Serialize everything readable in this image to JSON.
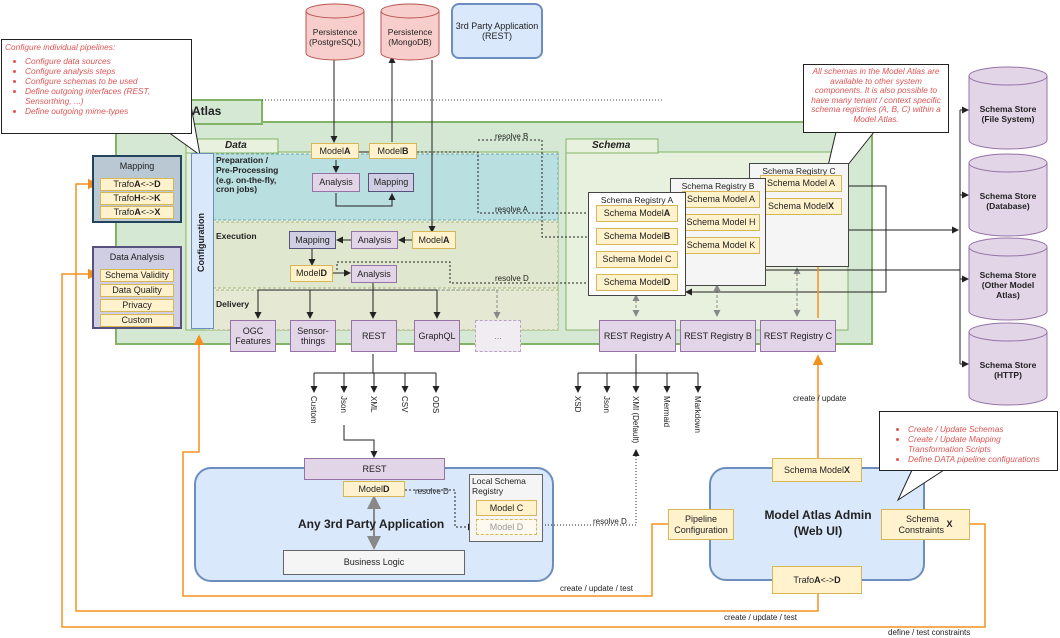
{
  "persistence": [
    {
      "label": "Persistence\n(PostgreSQL)"
    },
    {
      "label": "Persistence\n(MongoDB)"
    }
  ],
  "third_party_app_top": "3rd Party Application\n(REST)",
  "atlas_title": "Atlas",
  "data_section_title": "Data",
  "schema_section_title": "Schema",
  "config_note": {
    "title": "Configure individual pipelines:",
    "items": [
      "Configure data sources",
      "Configure analysis steps",
      "Configure schemas to be used",
      "Define outgoing interfaces (REST, Sensorthing, ...)",
      "Define outgoing mime-types"
    ]
  },
  "mapping_panel": {
    "title": "Mapping",
    "items": [
      {
        "a": "Trafo ",
        "b": "A",
        "c": " <-> ",
        "d": "D"
      },
      {
        "a": "Trafo ",
        "b": "H",
        "c": " <-> ",
        "d": "K"
      },
      {
        "a": "Trafo ",
        "b": "A",
        "c": " <-> ",
        "d": "X"
      }
    ]
  },
  "analysis_panel": {
    "title": "Data Analysis",
    "items": [
      "Schema Validity",
      "Data Quality",
      "Privacy",
      "Custom"
    ]
  },
  "configuration_label": "Configuration",
  "prep_label": "Preparation /\nPre-Processing\n(e.g. on-the-fly,\ncron jobs)",
  "execution_label": "Execution",
  "delivery_label": "Delivery",
  "prep_nodes": {
    "model_a": {
      "t": "Model ",
      "b": "A"
    },
    "model_b": {
      "t": "Model ",
      "b": "B"
    },
    "analysis": "Analysis",
    "mapping": "Mapping"
  },
  "exec_nodes": {
    "mapping": "Mapping",
    "analysis1": "Analysis",
    "model_a": {
      "t": "Model ",
      "b": "A"
    },
    "model_d": {
      "t": "Model ",
      "b": "D"
    },
    "analysis2": "Analysis"
  },
  "delivery_items": [
    "OGC\nFeatures",
    "Sensor-\nthings",
    "REST",
    "GraphQL",
    "..."
  ],
  "data_outputs": [
    "Custom",
    "Json",
    "XML",
    "CSV",
    "ODS"
  ],
  "resolve_labels": {
    "a": "resolve A",
    "b": "resolve B",
    "d": "resolve D",
    "d2": "resolve D",
    "d3": "resolve D"
  },
  "schema_note": "All schemas in the Model Atlas are available to other system components. It is also possible to have many tenant / context specific schema registries (A, B, C) within a Model Atlas.",
  "registry_a": {
    "title": "Schema Registry A",
    "items": [
      {
        "t": "Schema Model ",
        "b": "A"
      },
      {
        "t": "Schema Model ",
        "b": "B"
      },
      {
        "t": "Schema Model C",
        "b": ""
      },
      {
        "t": "Schema Model ",
        "b": "D"
      }
    ]
  },
  "registry_b": {
    "title": "Schema Registry B",
    "items": [
      {
        "t": "Schema Model A",
        "b": ""
      },
      {
        "t": "Schema Model H",
        "b": ""
      },
      {
        "t": "Schema Model K",
        "b": ""
      }
    ]
  },
  "registry_c": {
    "title": "Schema Registry C",
    "items": [
      {
        "t": "Schema Model A",
        "b": ""
      },
      {
        "t": "Schema Model ",
        "b": "X"
      }
    ]
  },
  "rest_registries": [
    "REST Registry A",
    "REST Registry B",
    "REST Registry C"
  ],
  "schema_outputs": [
    "XSD",
    "Json",
    "XMI (Default)",
    "Mermaid",
    "Markdown"
  ],
  "schema_stores": [
    "Schema Store\n(File System)",
    "Schema Store\n(Database)",
    "Schema Store\n(Other Model\nAtlas)",
    "Schema Store\n(HTTP)"
  ],
  "any_app": {
    "title": "Any 3rd Party Application",
    "rest": "REST",
    "model_d": {
      "t": "Model ",
      "b": "D"
    },
    "local_registry": "Local Schema\nRegistry",
    "local_model_c": "Model C",
    "local_model_d": "Model D",
    "business_logic": "Business Logic"
  },
  "admin": {
    "title": "Model Atlas Admin\n(Web UI)",
    "schema_model_x": {
      "t": "Schema Model ",
      "b": "X"
    },
    "pipeline_config": "Pipeline\nConfiguration",
    "schema_constraints": {
      "t": "Schema\nConstraints ",
      "b": "X"
    },
    "trafo": {
      "t": "Trafo ",
      "b": "A",
      "m": " <-> ",
      "d": "D"
    }
  },
  "admin_note": {
    "items": [
      "Create / Update Schemas",
      "Create / Update Mapping Transformation Scripts",
      "Define DATA pipeline configurations"
    ]
  },
  "edge_labels": {
    "create_update": "create / update",
    "cut1": "create / update / test",
    "cut2": "create / update / test",
    "define_test": "define / test constraints"
  },
  "colors": {
    "orange": "#f5901e",
    "green_bg": "#d5e8d4",
    "green_border": "#82b366"
  }
}
